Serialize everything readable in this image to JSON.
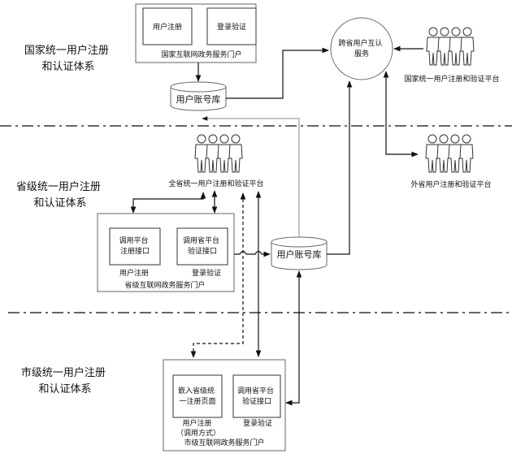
{
  "tiers": {
    "national": [
      "国家统一用户注册",
      "和认证体系"
    ],
    "provincial": [
      "省级统一用户注册",
      "和认证体系"
    ],
    "city": [
      "市级统一用户注册",
      "和认证体系"
    ]
  },
  "national_portal": {
    "title": "国家互联网政务服务门户",
    "box1": "用户注册",
    "box2": "登录验证"
  },
  "national_db": "用户账号库",
  "cross_service": [
    "跨省用户互认",
    "服务"
  ],
  "national_platform_label": "国家统一用户注册和验证平台",
  "other_province_label": "外省用户注册和验证平台",
  "province_platform_label": "全省统一用户注册和验证平台",
  "province_portal": {
    "title": "省级互联网政务服务门户",
    "box1": [
      "调用平台",
      "注册接口"
    ],
    "box2": [
      "调用省平台",
      "验证接口"
    ],
    "label1": "用户注册",
    "label2": "登录验证"
  },
  "province_db": "用户账号库",
  "city_portal": {
    "title": "市级互联网政务服务门户",
    "box1": [
      "嵌入省级统",
      "一注册页面"
    ],
    "box2": [
      "调用省平台",
      "验证接口"
    ],
    "label1": [
      "用户注册",
      "（调用方式）"
    ],
    "label2": "登录验证"
  }
}
